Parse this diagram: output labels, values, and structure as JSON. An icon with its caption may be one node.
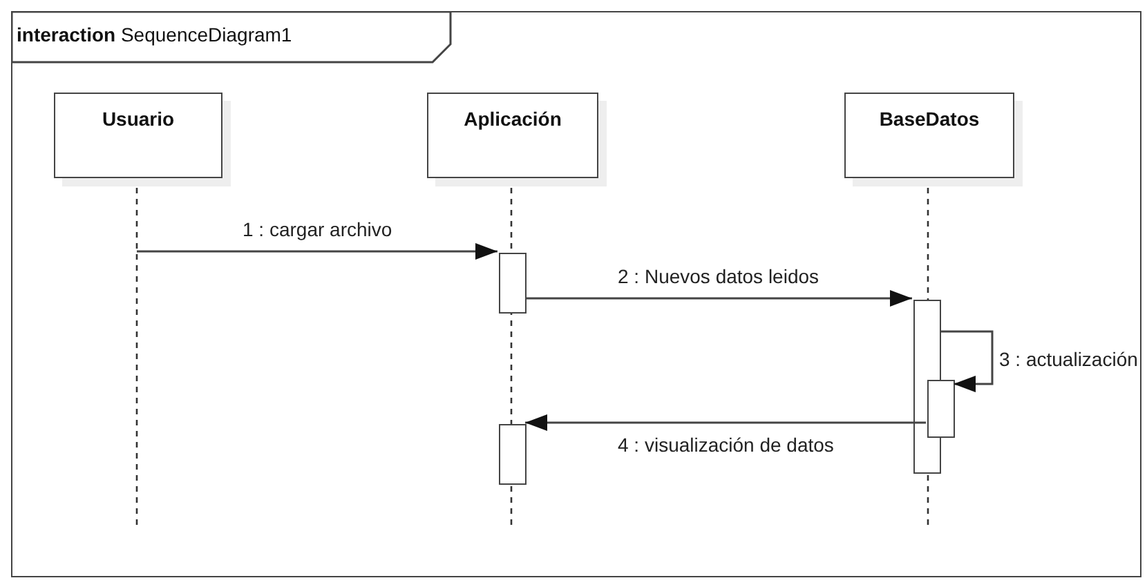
{
  "diagram": {
    "nodes": [
      {
        "text": [
          "**interaction** SequenceDiagram1"
        ]
      },
      {
        "text": [
          "Usuario"
        ],
        "in": 0
      },
      {
        "text": [
          "Aplicación"
        ],
        "in": 0
      },
      {
        "text": [
          "BaseDatos"
        ],
        "in": 0
      },
      {
        "text": [],
        "shape": "bar",
        "in": 0
      },
      {
        "text": [],
        "shape": "bar",
        "in": 0
      },
      {
        "text": [],
        "shape": "bar",
        "in": 0
      },
      {
        "text": [],
        "shape": "bar",
        "in": 0
      }
    ],
    "edges": [
      {
        "from": 1,
        "to": 4,
        "arrow": "to",
        "label": "1 : cargar archivo"
      },
      {
        "from": 4,
        "to": 5,
        "arrow": "to",
        "label": "2 : Nuevos datos leidos"
      },
      {
        "from": 5,
        "to": 6,
        "arrow": "to",
        "label": "3 : actualización"
      },
      {
        "from": 6,
        "to": 7,
        "arrow": "to",
        "label": "4 : visualización de datos"
      }
    ]
  }
}
